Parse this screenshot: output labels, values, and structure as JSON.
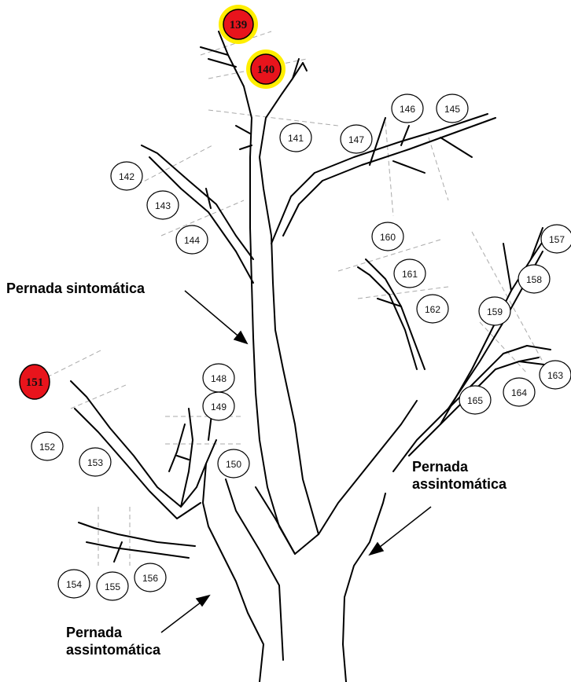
{
  "labels": {
    "symptomatic": "Pernada sintomática",
    "asymptomatic_right_line1": "Pernada",
    "asymptomatic_right_line2": "assintomática",
    "asymptomatic_left_line1": "Pernada",
    "asymptomatic_left_line2": "assintomática"
  },
  "colors": {
    "highlight_fill": "#e8141c",
    "highlight_ring": "#ffee00",
    "normal_fill": "#ffffff",
    "stroke": "#000000",
    "guide": "#aaaaaa"
  },
  "markers": [
    {
      "id": "139",
      "label": "139",
      "highlighted": true
    },
    {
      "id": "140",
      "label": "140",
      "highlighted": true
    },
    {
      "id": "141",
      "label": "141",
      "highlighted": false
    },
    {
      "id": "142",
      "label": "142",
      "highlighted": false
    },
    {
      "id": "143",
      "label": "143",
      "highlighted": false
    },
    {
      "id": "144",
      "label": "144",
      "highlighted": false
    },
    {
      "id": "145",
      "label": "145",
      "highlighted": false
    },
    {
      "id": "146",
      "label": "146",
      "highlighted": false
    },
    {
      "id": "147",
      "label": "147",
      "highlighted": false
    },
    {
      "id": "148",
      "label": "148",
      "highlighted": false
    },
    {
      "id": "149",
      "label": "149",
      "highlighted": false
    },
    {
      "id": "150",
      "label": "150",
      "highlighted": false
    },
    {
      "id": "151",
      "label": "151",
      "highlighted": true
    },
    {
      "id": "152",
      "label": "152",
      "highlighted": false
    },
    {
      "id": "153",
      "label": "153",
      "highlighted": false
    },
    {
      "id": "154",
      "label": "154",
      "highlighted": false
    },
    {
      "id": "155",
      "label": "155",
      "highlighted": false
    },
    {
      "id": "156",
      "label": "156",
      "highlighted": false
    },
    {
      "id": "157",
      "label": "157",
      "highlighted": false
    },
    {
      "id": "158",
      "label": "158",
      "highlighted": false
    },
    {
      "id": "159",
      "label": "159",
      "highlighted": false
    },
    {
      "id": "160",
      "label": "160",
      "highlighted": false
    },
    {
      "id": "161",
      "label": "161",
      "highlighted": false
    },
    {
      "id": "162",
      "label": "162",
      "highlighted": false
    },
    {
      "id": "163",
      "label": "163",
      "highlighted": false
    },
    {
      "id": "164",
      "label": "164",
      "highlighted": false
    },
    {
      "id": "165",
      "label": "165",
      "highlighted": false
    }
  ]
}
